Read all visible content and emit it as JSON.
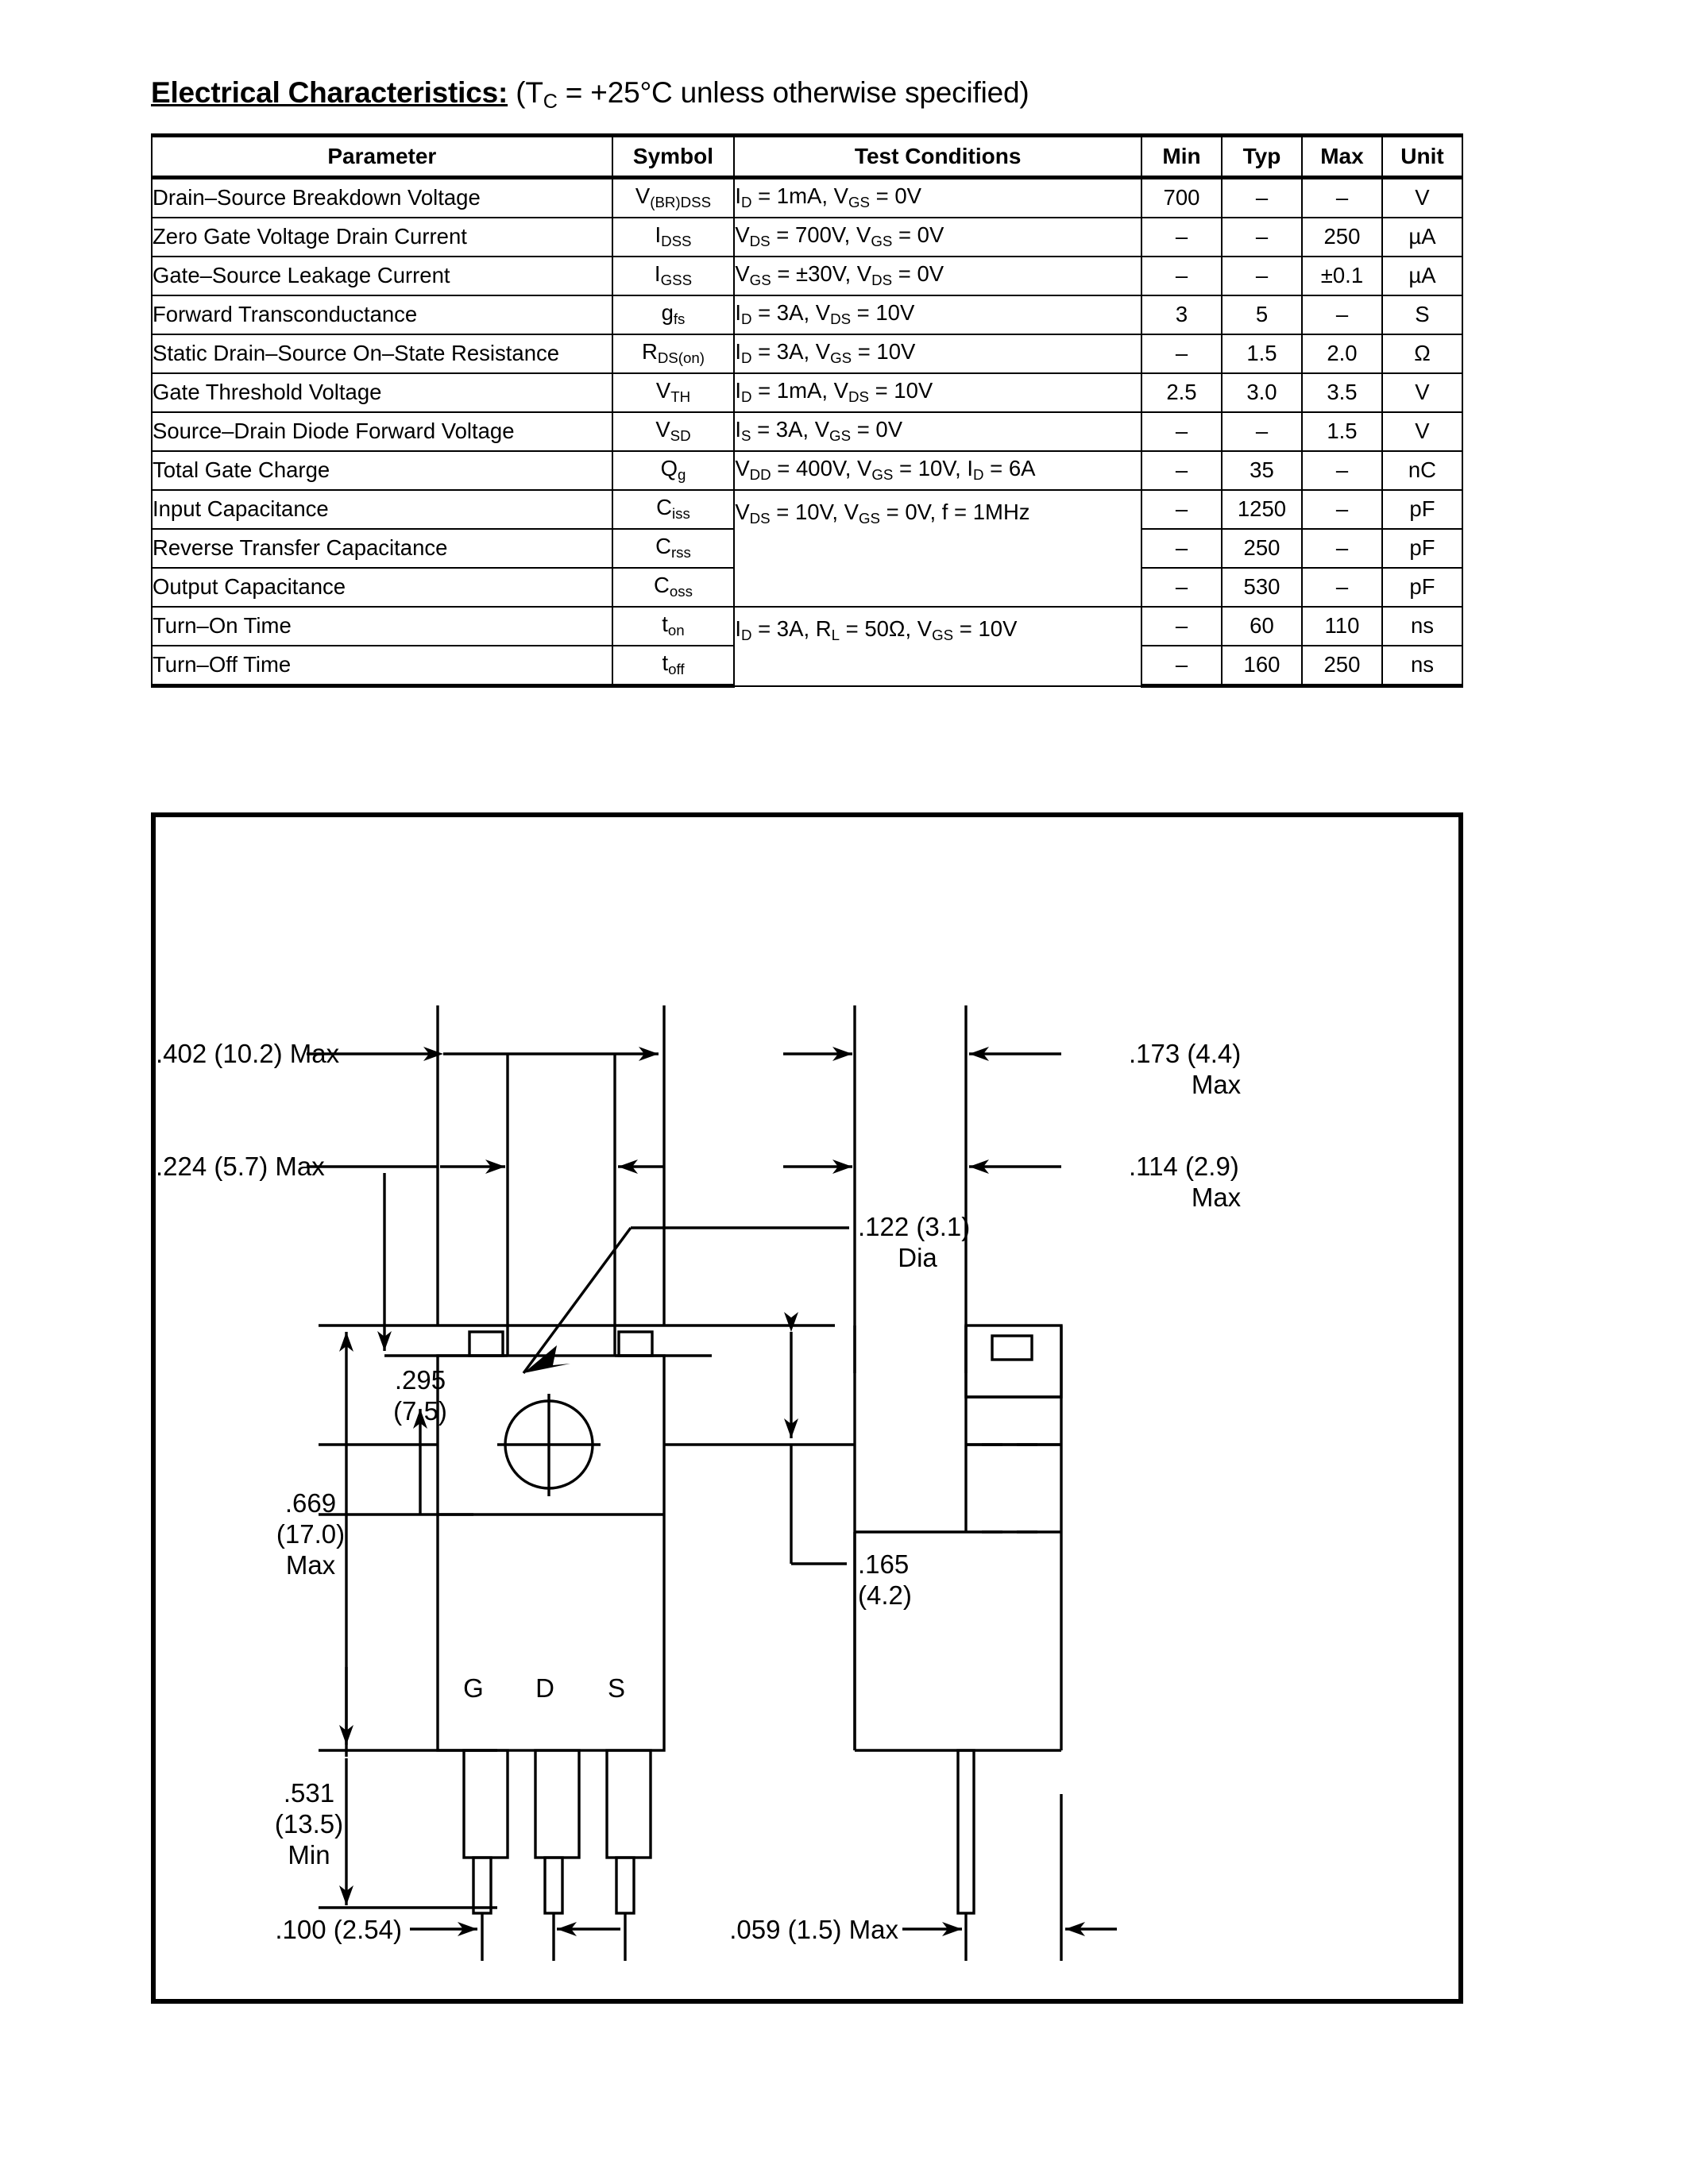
{
  "heading": {
    "title": "Electrical Characteristics:",
    "condition_prefix": "(T",
    "condition_sub": "C",
    "condition_rest": " = +25°C unless otherwise specified)"
  },
  "table": {
    "columns": [
      "Parameter",
      "Symbol",
      "Test Conditions",
      "Min",
      "Typ",
      "Max",
      "Unit"
    ],
    "rows": [
      {
        "parameter": "Drain–Source Breakdown Voltage",
        "symbol_main": "V",
        "symbol_sub": "(BR)DSS",
        "conditions": "I<sub>D</sub> = 1mA, V<sub>GS</sub> = 0V",
        "min": "700",
        "typ": "–",
        "max": "–",
        "unit": "V"
      },
      {
        "parameter": "Zero Gate Voltage Drain Current",
        "symbol_main": "I",
        "symbol_sub": "DSS",
        "conditions": "V<sub>DS</sub> = 700V, V<sub>GS</sub> = 0V",
        "min": "–",
        "typ": "–",
        "max": "250",
        "unit": "µA"
      },
      {
        "parameter": "Gate–Source Leakage Current",
        "symbol_main": "I",
        "symbol_sub": "GSS",
        "conditions": "V<sub>GS</sub> = ±30V, V<sub>DS</sub> = 0V",
        "min": "–",
        "typ": "–",
        "max": "±0.1",
        "unit": "µA"
      },
      {
        "parameter": "Forward Transconductance",
        "symbol_main": "g",
        "symbol_sub": "fs",
        "conditions": "I<sub>D</sub> = 3A, V<sub>DS</sub> = 10V",
        "min": "3",
        "typ": "5",
        "max": "–",
        "unit": "S"
      },
      {
        "parameter": "Static Drain–Source On–State Resistance",
        "symbol_main": "R",
        "symbol_sub": "DS(on)",
        "conditions": "I<sub>D</sub> = 3A, V<sub>GS</sub> = 10V",
        "min": "–",
        "typ": "1.5",
        "max": "2.0",
        "unit": "Ω"
      },
      {
        "parameter": "Gate Threshold Voltage",
        "symbol_main": "V",
        "symbol_sub": "TH",
        "conditions": "I<sub>D</sub> = 1mA, V<sub>DS</sub> = 10V",
        "min": "2.5",
        "typ": "3.0",
        "max": "3.5",
        "unit": "V"
      },
      {
        "parameter": "Source–Drain Diode Forward Voltage",
        "symbol_main": "V",
        "symbol_sub": "SD",
        "conditions": "I<sub>S</sub> = 3A, V<sub>GS</sub> = 0V",
        "min": "–",
        "typ": "–",
        "max": "1.5",
        "unit": "V"
      },
      {
        "parameter": "Total Gate Charge",
        "symbol_main": "Q",
        "symbol_sub": "g",
        "conditions": "V<sub>DD</sub> = 400V, V<sub>GS</sub> = 10V, I<sub>D</sub> = 6A",
        "min": "–",
        "typ": "35",
        "max": "–",
        "unit": "nC"
      },
      {
        "parameter": "Input Capacitance",
        "symbol_main": "C",
        "symbol_sub": "iss",
        "conditions": "V<sub>DS</sub> = 10V, V<sub>GS</sub> = 0V, f = 1MHz",
        "min": "–",
        "typ": "1250",
        "max": "–",
        "unit": "pF"
      },
      {
        "parameter": "Reverse Transfer Capacitance",
        "symbol_main": "C",
        "symbol_sub": "rss",
        "conditions": "",
        "min": "–",
        "typ": "250",
        "max": "–",
        "unit": "pF"
      },
      {
        "parameter": "Output Capacitance",
        "symbol_main": "C",
        "symbol_sub": "oss",
        "conditions": "",
        "min": "–",
        "typ": "530",
        "max": "–",
        "unit": "pF"
      },
      {
        "parameter": "Turn–On Time",
        "symbol_main": "t",
        "symbol_sub": "on",
        "conditions": "I<sub>D</sub> = 3A, R<sub>L</sub> = 50Ω, V<sub>GS</sub> = 10V",
        "min": "–",
        "typ": "60",
        "max": "110",
        "unit": "ns"
      },
      {
        "parameter": "Turn–Off Time",
        "symbol_main": "t",
        "symbol_sub": "off",
        "conditions": "",
        "min": "–",
        "typ": "160",
        "max": "250",
        "unit": "ns"
      }
    ]
  },
  "drawing": {
    "dimensions": {
      "width_overall": ".402 (10.2) Max",
      "width_partial": ".224 (5.7) Max",
      "hole_dia_line1": ".122 (3.1)",
      "hole_dia_line2": "Dia",
      "tab_height": ".165",
      "tab_height_mm": "(4.2)",
      "body_top_line1": ".295",
      "body_top_line2": "(7.5)",
      "body_height_line1": ".669",
      "body_height_line2": "(17.0)",
      "body_height_line3": "Max",
      "lead_length_line1": ".531",
      "lead_length_line2": "(13.5)",
      "lead_length_line3": "Min",
      "thickness_line1": ".173 (4.4)",
      "thickness_line2": "Max",
      "thickness2_line1": ".114 (2.9)",
      "thickness2_line2": "Max",
      "lead_pitch": ".100 (2.54)",
      "lead_width": ".059 (1.5) Max"
    },
    "pins": [
      "G",
      "D",
      "S"
    ]
  }
}
